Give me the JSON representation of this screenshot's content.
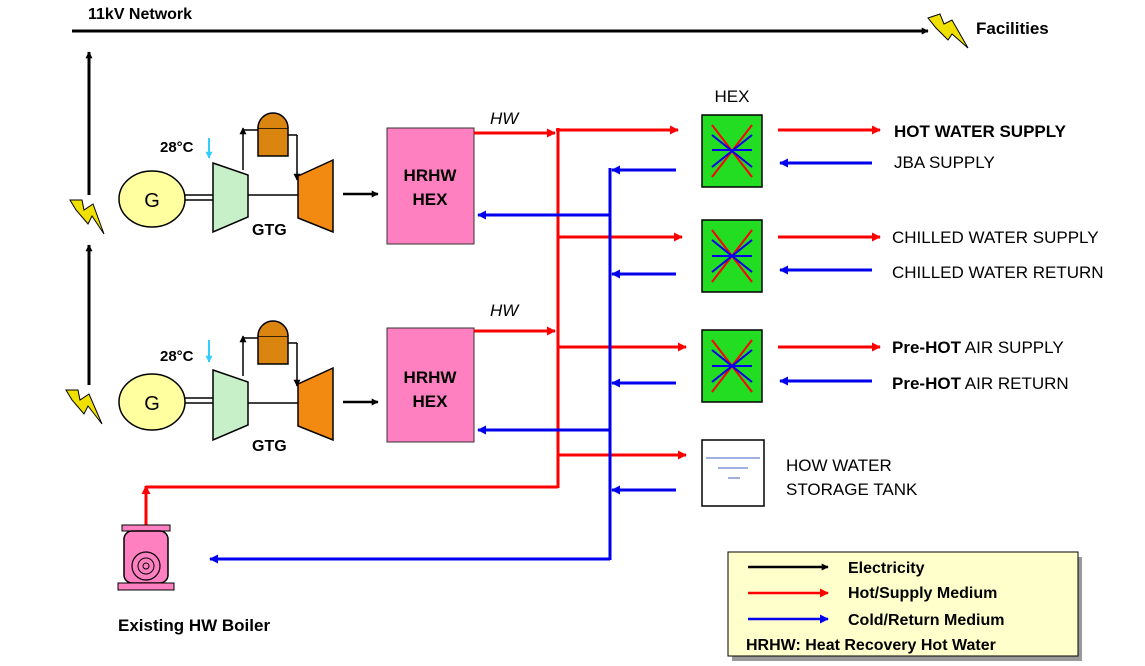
{
  "network": {
    "label": "11kV Network",
    "facilities": "Facilities"
  },
  "turbines": [
    {
      "temp": "28°C",
      "generator": "G",
      "label": "GTG",
      "hex_line1": "HRHW",
      "hex_line2": "HEX",
      "hw": "HW"
    },
    {
      "temp": "28°C",
      "generator": "G",
      "label": "GTG",
      "hex_line1": "HRHW",
      "hex_line2": "HEX",
      "hw": "HW"
    }
  ],
  "hex_header": "HEX",
  "outputs": {
    "hot_supply": "HOT WATER SUPPLY",
    "jba": "JBA SUPPLY",
    "chilled_supply": "CHILLED WATER SUPPLY",
    "chilled_return": "CHILLED WATER RETURN",
    "prehot_bold": "Pre-HOT",
    "prehot_supply": "AIR SUPPLY",
    "prehot_return": "AIR RETURN"
  },
  "storage": {
    "line1": "HOW WATER",
    "line2": "STORAGE TANK"
  },
  "boiler": "Existing HW Boiler",
  "legend": {
    "electricity": "Electricity",
    "hot": "Hot/Supply Medium",
    "cold": "Cold/Return Medium",
    "note": "HRHW: Heat Recovery Hot Water"
  },
  "colors": {
    "hot": "#ff0000",
    "cold": "#0000ee",
    "hrhw": "#ff80c0",
    "hex": "#22dd22",
    "compressor": "#c8f0c8",
    "turbine": "#f28a12",
    "combustor": "#d9850f",
    "generator": "#ffffa0",
    "legend_bg": "#ffffcc",
    "lightning": "#f0e000"
  },
  "icons": [
    "lightning-icon",
    "generator-icon",
    "compressor-icon",
    "combustor-icon",
    "turbine-icon",
    "heat-exchanger-icon",
    "storage-tank-icon",
    "boiler-pump-icon"
  ]
}
